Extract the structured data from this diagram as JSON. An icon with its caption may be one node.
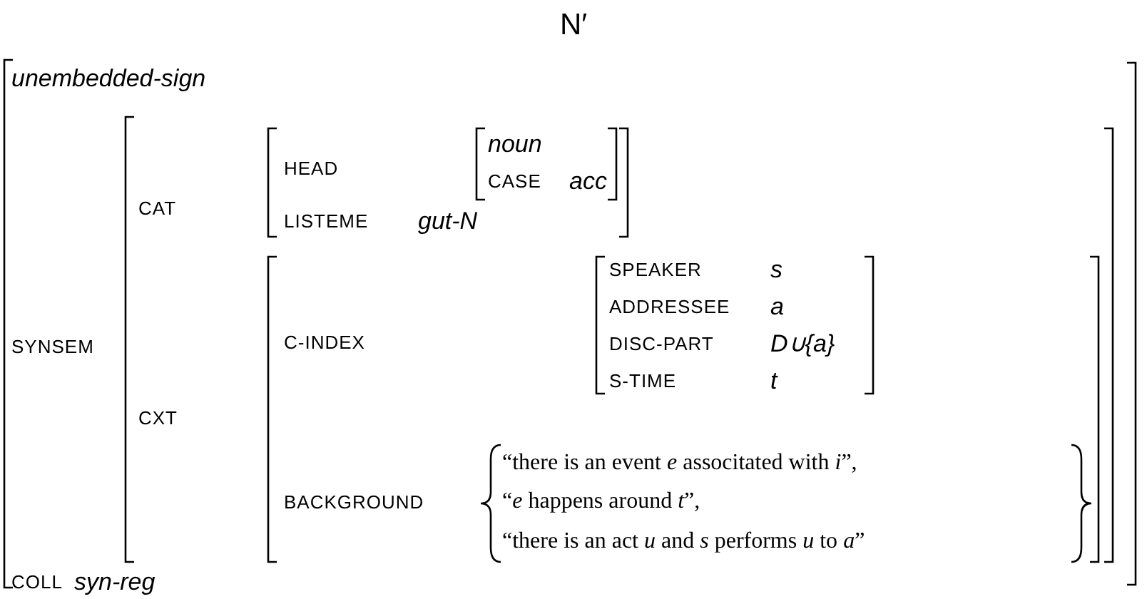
{
  "diagram": {
    "title": "N′",
    "labels": [
      "unembedded-sign",
      "SYNSEM",
      "CAT",
      "HEAD",
      "noun",
      "CASE",
      "acc",
      "LISTEME",
      "gut-N",
      "CXT",
      "C-INDEX",
      "SPEAKER",
      "s",
      "ADDRESSEE",
      "a",
      "DISC-PART",
      "*D*∪{*a*}",
      "S-TIME",
      "t",
      "BACKGROUND",
      "“there is an event *e* associtated with *i*”,",
      "“*e* happens around *t*”,",
      "“there is an act *u* and *s* performs *u* to *a*”",
      "COLL",
      "syn-reg"
    ]
  }
}
